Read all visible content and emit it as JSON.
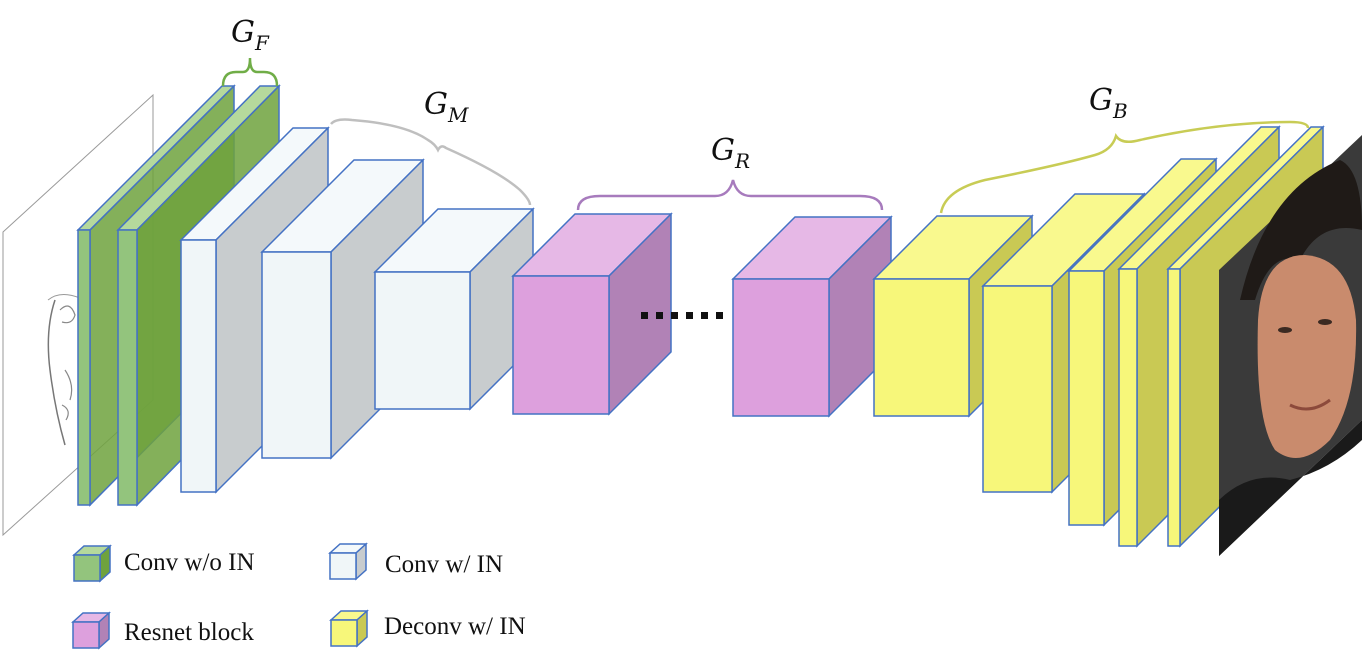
{
  "braces": {
    "gf": {
      "main": "G",
      "sub": "F"
    },
    "gm": {
      "main": "G",
      "sub": "M"
    },
    "gr": {
      "main": "G",
      "sub": "R"
    },
    "gb": {
      "main": "G",
      "sub": "B"
    }
  },
  "legend": {
    "conv_no_in": "Conv w/o IN",
    "conv_in": "Conv w/ IN",
    "resnet": "Resnet block",
    "deconv_in": "Deconv w/ IN"
  },
  "colors": {
    "conv_no_in": "#93c47d",
    "conv_in": "#f0f6f8",
    "resnet": "#dda0dd",
    "deconv_in": "#f7f77a",
    "stroke": "#4472c4",
    "brace_gf": "#70ad47",
    "brace_gm": "#bfbfbf",
    "brace_gr": "#a77bbd",
    "brace_gb": "#c8cc55"
  },
  "images": {
    "input": "sketch-face-image",
    "output": "photo-face-image"
  }
}
